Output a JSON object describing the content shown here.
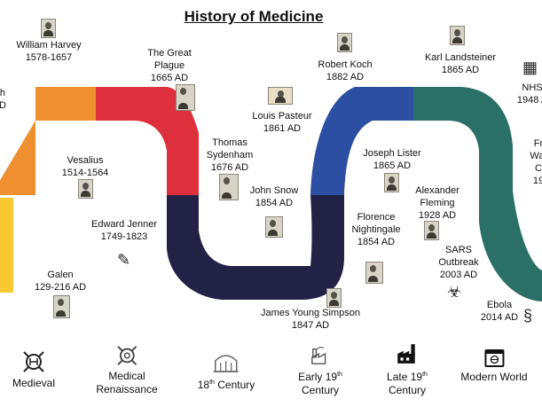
{
  "title": "History of Medicine",
  "colors": {
    "medieval": "#f8c932",
    "renaissance": "#ee8f30",
    "century18": "#de2f3c",
    "early19": "#222246",
    "late19": "#2c4fa3",
    "modern": "#2a7066"
  },
  "events": {
    "harvey": {
      "name": "William Harvey",
      "date": "1578-1657"
    },
    "plague": {
      "name1": "The Great",
      "name2": "Plague",
      "date": "1665 AD"
    },
    "koch": {
      "name": "Robert Koch",
      "date": "1882 AD"
    },
    "landsteiner": {
      "name": "Karl Landsteiner",
      "date": "1865 AD"
    },
    "edge_left": {
      "l1": "h",
      "l2": "D"
    },
    "nhs": {
      "name": "NHS",
      "date": "1948 A"
    },
    "fr": {
      "l1": "Fr",
      "l2": "Wat",
      "l3": "C",
      "l4": "19"
    },
    "pasteur": {
      "name": "Louis Pasteur",
      "date": "1861 AD"
    },
    "vesalius": {
      "name": "Vesalius",
      "date": "1514-1564"
    },
    "sydenham": {
      "name1": "Thomas",
      "name2": "Sydenham",
      "date": "1676 AD"
    },
    "lister": {
      "name": "Joseph Lister",
      "date": "1865 AD"
    },
    "snow": {
      "name": "John Snow",
      "date": "1854 AD"
    },
    "fleming": {
      "name1": "Alexander",
      "name2": "Fleming",
      "date": "1928 AD"
    },
    "jenner": {
      "name": "Edward Jenner",
      "date": "1749-1823"
    },
    "nightingale": {
      "name1": "Florence",
      "name2": "Nightingale",
      "date": "1854 AD"
    },
    "sars": {
      "name1": "SARS",
      "name2": "Outbreak",
      "date": "2003 AD"
    },
    "galen": {
      "name": "Galen",
      "date": "129-216 AD"
    },
    "simpson": {
      "name": "James Young Simpson",
      "date": "1847 AD"
    },
    "ebola": {
      "name": "Ebola",
      "date": "2014 AD"
    }
  },
  "legend": {
    "medieval": {
      "label": "Medieval",
      "icon": "shield-swords-icon"
    },
    "renaissance": {
      "line1": "Medical",
      "line2": "Renaissance",
      "icon": "shield-swords-icon"
    },
    "century18": {
      "num": "18",
      "sup": "th",
      "rest": " Century",
      "icon": "building-icon"
    },
    "early19": {
      "pre": "Early 19",
      "sup": "th",
      "line2": "Century",
      "icon": "factory-icon"
    },
    "late19": {
      "pre": "Late 19",
      "sup": "th",
      "line2": "Century",
      "icon": "factory-icon"
    },
    "modern": {
      "label": "Modern World",
      "icon": "browser-window-icon"
    }
  }
}
